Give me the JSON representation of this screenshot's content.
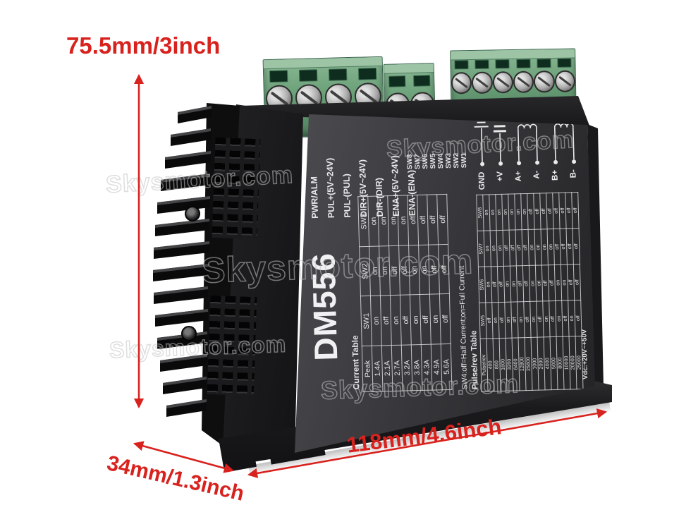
{
  "dimensions": {
    "height_label": "75.5mm/3inch",
    "depth_label": "34mm/1.3inch",
    "width_label": "118mm/4.6inch"
  },
  "watermark": {
    "text": "Skysmotor.com"
  },
  "device": {
    "model": "DM556",
    "pin_labels": [
      "PWR/ALM",
      "PUL+(5V~24V)",
      "PUL-(PUL)",
      "DIR+(5V~24V)",
      "DIR-(DIR)",
      "ENA+(5V~24V)",
      "ENA-(ENA)"
    ],
    "dip_switch_labels": [
      "SW8",
      "SW7",
      "SW6",
      "SW5",
      "SW4",
      "SW3",
      "SW2",
      "SW1"
    ],
    "motor_terminal_labels": [
      "GND",
      "+V",
      "A+",
      "A-",
      "B+",
      "B-"
    ],
    "current_table": {
      "title": "Current Table",
      "headers": [
        "Peak",
        "SW1",
        "SW2",
        "SW3"
      ],
      "rows": [
        [
          "1.4A",
          "on",
          "on",
          "on"
        ],
        [
          "2.1A",
          "off",
          "on",
          "on"
        ],
        [
          "2.7A",
          "on",
          "off",
          "on"
        ],
        [
          "3.2A",
          "off",
          "off",
          "on"
        ],
        [
          "3.8A",
          "on",
          "on",
          "off"
        ],
        [
          "4.3A",
          "off",
          "on",
          "off"
        ],
        [
          "4.9A",
          "on",
          "off",
          "off"
        ],
        [
          "5.6A",
          "off",
          "off",
          "off"
        ]
      ],
      "note": "SW4:off=Half Current;on=Full Current"
    },
    "pulse_table": {
      "title": "Pulse/rev Table",
      "headers": [
        "Pulse/rev",
        "SW5",
        "SW6",
        "SW7",
        "SW8"
      ],
      "rows": [
        [
          "400",
          "off",
          "on",
          "on",
          "on"
        ],
        [
          "800",
          "on",
          "off",
          "on",
          "on"
        ],
        [
          "1600",
          "off",
          "off",
          "on",
          "on"
        ],
        [
          "3200",
          "on",
          "on",
          "off",
          "on"
        ],
        [
          "6400",
          "off",
          "on",
          "off",
          "on"
        ],
        [
          "12800",
          "on",
          "off",
          "off",
          "on"
        ],
        [
          "25600",
          "off",
          "off",
          "off",
          "on"
        ],
        [
          "1000",
          "on",
          "on",
          "on",
          "off"
        ],
        [
          "2000",
          "off",
          "on",
          "on",
          "off"
        ],
        [
          "4000",
          "on",
          "off",
          "on",
          "off"
        ],
        [
          "5000",
          "off",
          "off",
          "on",
          "off"
        ],
        [
          "8000",
          "on",
          "on",
          "off",
          "off"
        ],
        [
          "10000",
          "off",
          "on",
          "off",
          "off"
        ],
        [
          "20000",
          "on",
          "off",
          "off",
          "off"
        ],
        [
          "25000",
          "off",
          "off",
          "off",
          "off"
        ]
      ],
      "note": "Vdc:+20V~+50V"
    },
    "colors": {
      "dimension_red": "#d8221e",
      "terminal_green": "#6aa078",
      "case_dark": "#2b2b2e",
      "label_text": "#e8e8ea",
      "watermark_gray": "#c3c3c3"
    }
  }
}
